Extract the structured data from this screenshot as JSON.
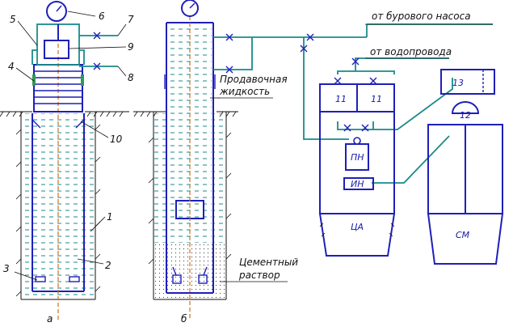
{
  "labels": {
    "callout_1": "1",
    "callout_2": "2",
    "callout_3": "3",
    "callout_4": "4",
    "callout_5": "5",
    "callout_6": "6",
    "callout_7": "7",
    "callout_8": "8",
    "callout_9": "9",
    "callout_10": "10",
    "callout_11a": "11",
    "callout_11b": "11",
    "callout_12": "12",
    "callout_13": "13",
    "caption_a": "а",
    "caption_b": "б",
    "from_pump": "от бурового насоса",
    "from_water": "от водопровода",
    "displacement_1": "Продавочная",
    "displacement_2": "жидкость",
    "cement_1": "Цементный",
    "cement_2": "раствор",
    "pn": "ПН",
    "in": "ИН",
    "tsa": "ЦА",
    "sm": "СМ"
  },
  "colors": {
    "equipment": "#1f1fb8",
    "piping": "#1a8a8a",
    "lines": "#2f9a55",
    "axis": "#d0701c",
    "ground": "#111111"
  }
}
